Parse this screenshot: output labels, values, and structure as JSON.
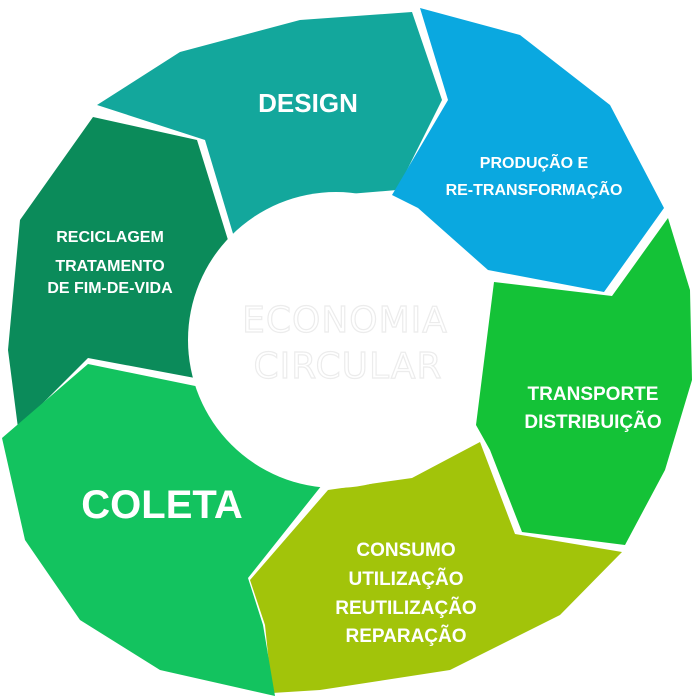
{
  "center": {
    "line1": "ECONOMIA",
    "line2": "CIRCULAR"
  },
  "segments": [
    {
      "id": "design",
      "lines": [
        "DESIGN"
      ],
      "color": "#13a79c"
    },
    {
      "id": "producao",
      "lines": [
        "PRODUÇÃO E",
        "RE-TRANSFORMAÇÃO"
      ],
      "color": "#0aa8e0"
    },
    {
      "id": "transporte",
      "lines": [
        "TRANSPORTE",
        "DISTRIBUIÇÃO"
      ],
      "color": "#14c237"
    },
    {
      "id": "consumo",
      "lines": [
        "CONSUMO",
        "UTILIZAÇÃO",
        "REUTILIZAÇÃO",
        "REPARAÇÃO"
      ],
      "color": "#a2c40a"
    },
    {
      "id": "coleta",
      "lines": [
        "COLETA"
      ],
      "color": "#13c35f"
    },
    {
      "id": "reciclagem",
      "lines": [
        "RECICLAGEM",
        "TRATAMENTO",
        "DE FIM-DE-VIDA"
      ],
      "color": "#0b8b5a"
    }
  ]
}
